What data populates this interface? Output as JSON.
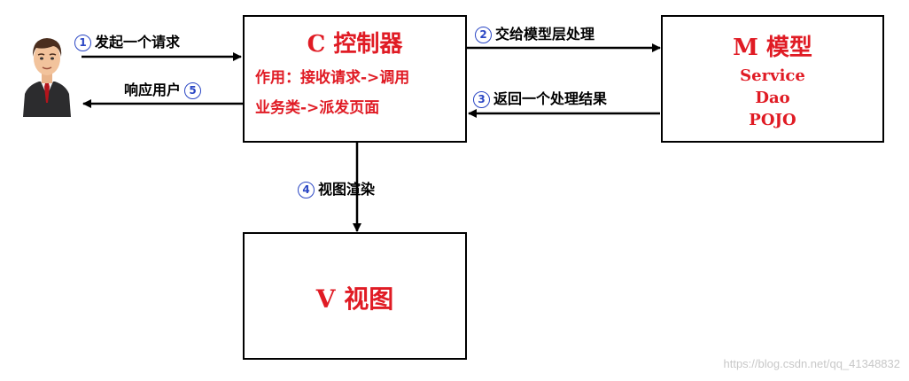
{
  "controller": {
    "title": "C 控制器",
    "desc_line1": "作用：接收请求->调用",
    "desc_line2": "业务类->派发页面"
  },
  "model": {
    "title": "M 模型",
    "items": [
      "Service",
      "Dao",
      "POJO"
    ]
  },
  "view": {
    "title": "V 视图"
  },
  "arrows": {
    "step1": {
      "num": "1",
      "text": "发起一个请求"
    },
    "step2": {
      "num": "2",
      "text": "交给模型层处理"
    },
    "step3": {
      "num": "3",
      "text": "返回一个处理结果"
    },
    "step4": {
      "num": "4",
      "text": "视图渲染"
    },
    "step5": {
      "num": "5",
      "text": "响应用户"
    }
  },
  "watermark": "https://blog.csdn.net/qq_41348832",
  "colors": {
    "accent": "#e01b24",
    "step_number": "#2a46c4"
  },
  "icons": {
    "user": "user-avatar-icon"
  }
}
